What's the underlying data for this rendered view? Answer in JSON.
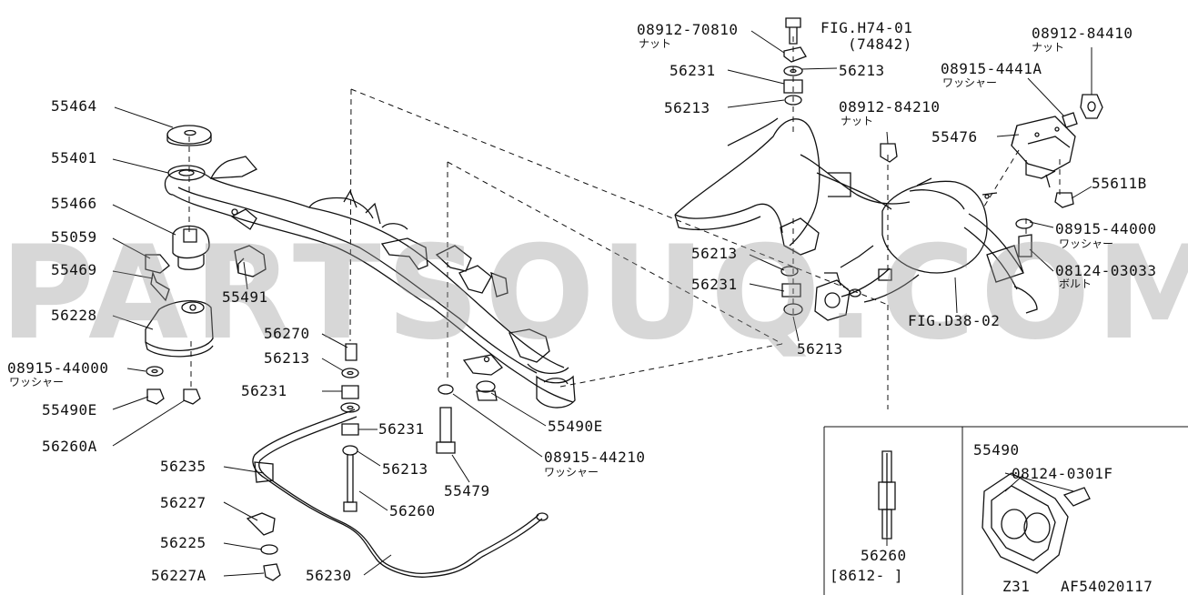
{
  "watermark": "PARTSOUQ.COM",
  "footer": {
    "model": "Z31",
    "diagram_code": "AF54020117"
  },
  "inset_range": "[8612-   ]",
  "labels": {
    "p55464": "55464",
    "p55401": "55401",
    "p55466": "55466",
    "p55059": "55059",
    "p55469": "55469",
    "p56228": "56228",
    "p08915_44000_left": "08915-44000",
    "washer_left": "ワッシャー",
    "p55490E_left": "55490E",
    "p56260A": "56260A",
    "p55491": "55491",
    "p56270": "56270",
    "p56213_a": "56213",
    "p56231_a": "56231",
    "p56231_b": "56231",
    "p56213_b": "56213",
    "p56235": "56235",
    "p56227": "56227",
    "p56225": "56225",
    "p56227A": "56227A",
    "p56230": "56230",
    "p56260": "56260",
    "p55479": "55479",
    "p08915_44210": "08915-44210",
    "washer_44210": "ワッシャー",
    "p55490E_right": "55490E",
    "p08912_70810": "08912-70810",
    "nut_70810": "ナット",
    "fig_h74": "FIG.H74-01",
    "fig_h74_sub": "(74842)",
    "p56231_top": "56231",
    "p56213_top_r": "56213",
    "p56213_top_l": "56213",
    "p08912_84210": "08912-84210",
    "nut_84210": "ナット",
    "p08912_84410": "08912-84410",
    "nut_84410": "ナット",
    "p08915_4441A": "08915-4441A",
    "washer_4441A": "ワッシャー",
    "p55476": "55476",
    "p55611B": "55611B",
    "p08915_44000_right": "08915-44000",
    "washer_right": "ワッシャー",
    "p08124_03033": "08124-03033",
    "bolt_03033": "ボルト",
    "fig_d38": "FIG.D38-02",
    "p56213_mid": "56213",
    "p56231_mid": "56231",
    "p56213_low": "56213",
    "p56260_inset": "56260",
    "p55490": "55490",
    "p08124_0301F": "08124-0301F"
  }
}
